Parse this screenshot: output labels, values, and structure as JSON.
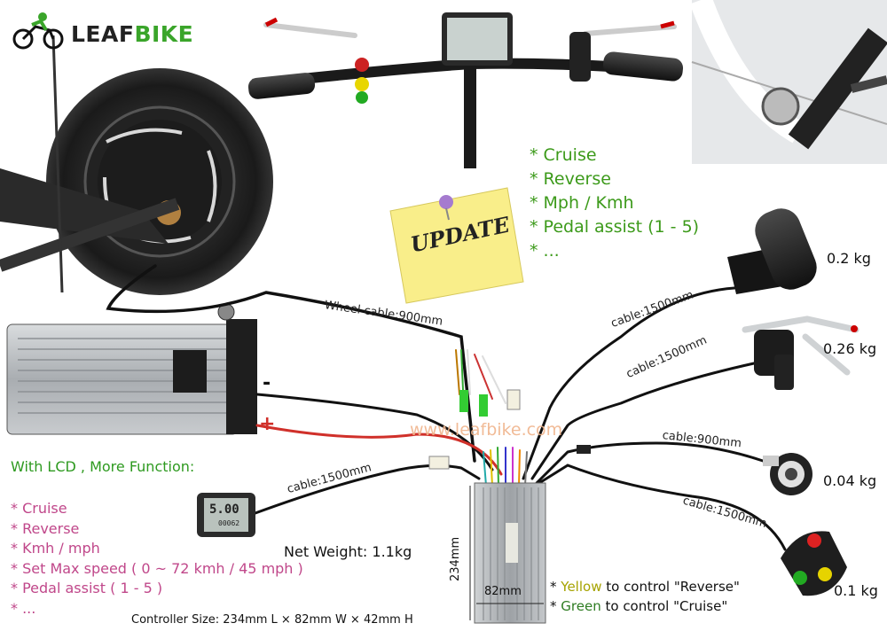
{
  "brand": {
    "name_part1": "LEAF",
    "name_part2": "BIKE"
  },
  "sticky_note": {
    "text": "UPDATE"
  },
  "lcd_functions": {
    "heading": "With LCD , More Function:",
    "items": [
      "* Cruise",
      "* Reverse",
      "* Kmh / mph",
      "* Set Max speed ( 0 ~ 72 kmh / 45 mph )",
      "* Pedal assist ( 1 - 5 )",
      "* ..."
    ]
  },
  "switch_functions": {
    "items": [
      "* Cruise",
      "* Reverse",
      "* Mph / Kmh",
      "* Pedal assist (1 - 5)",
      "* ..."
    ]
  },
  "cables": {
    "wheel": "Wheel cable:900mm",
    "throttle": "cable:1500mm",
    "brake": "cable:1500mm",
    "pas": "cable:900mm",
    "switch": "cable:1500mm",
    "lcd": "cable:1500mm"
  },
  "weights": {
    "throttle": "0.2 kg",
    "brake": "0.26 kg",
    "pas": "0.04 kg",
    "switch": "0.1 kg",
    "net": "Net Weight: 1.1kg"
  },
  "battery": {
    "minus": "-",
    "plus": "+"
  },
  "watermark": "www.leafbike.com",
  "controller": {
    "height_label": "234mm",
    "width_label": "82mm",
    "size_caption": "Controller Size: 234mm L × 82mm W × 42mm H"
  },
  "lcd_screen": {
    "speed": "5.00",
    "odo": "00062"
  },
  "switch_note": {
    "line1_prefix": "* ",
    "line1_color": "Yellow",
    "line1_suffix": " to control \"Reverse\"",
    "line2_prefix": "* ",
    "line2_color": "Green",
    "line2_suffix": " to control \"Cruise\""
  },
  "colors": {
    "accent_green": "#3c9a1a",
    "accent_pink": "#c0478a",
    "cable_red": "#d0302a"
  }
}
